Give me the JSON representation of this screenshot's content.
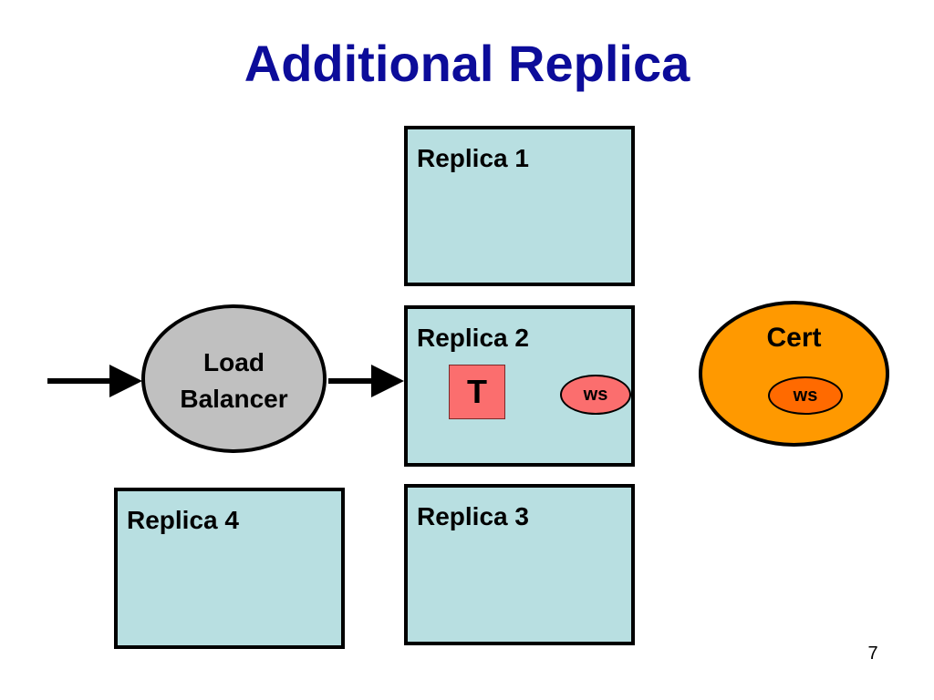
{
  "slide": {
    "title": "Additional Replica",
    "page_number": "7"
  },
  "replicas": {
    "replica1": {
      "label": "Replica 1"
    },
    "replica2": {
      "label": "Replica 2",
      "transaction": "T",
      "writeset": "ws"
    },
    "replica3": {
      "label": "Replica 3"
    },
    "replica4": {
      "label": "Replica 4"
    }
  },
  "load_balancer": {
    "line1": "Load",
    "line2": "Balancer"
  },
  "certifier": {
    "label": "Cert",
    "writeset": "ws"
  },
  "colors": {
    "title": "#0c0c9a",
    "replica_fill": "#b8dfe1",
    "transaction_fill": "#fb6e6e",
    "load_balancer_fill": "#c0c0c0",
    "certifier_fill": "#ff9900",
    "cert_ws_fill": "#ff6a00"
  }
}
